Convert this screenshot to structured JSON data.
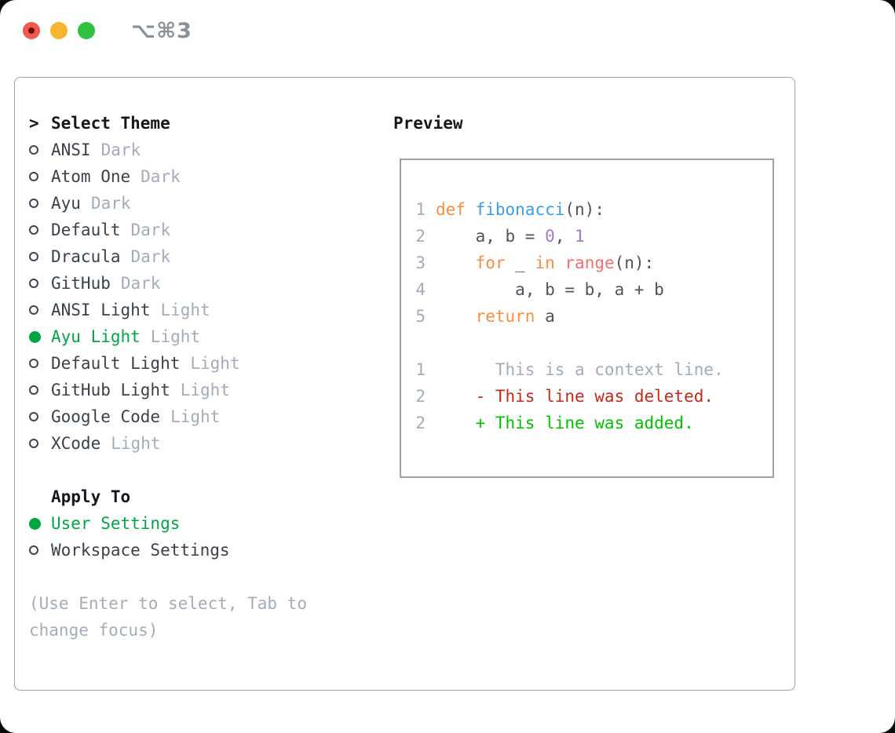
{
  "window": {
    "shortcut": "⌥⌘3"
  },
  "colors": {
    "accent_green": "#00a544",
    "muted": "#a3acb9",
    "syntax_keyword": "#fa8d3e",
    "syntax_function": "#399ee6",
    "syntax_number": "#a37acc",
    "syntax_builtin": "#f07171",
    "diff_red": "#c8281c",
    "diff_green": "#00c200"
  },
  "theme_list": {
    "prompt": ">",
    "header": "Select Theme",
    "items": [
      {
        "name": "ANSI",
        "variant": "Dark",
        "selected": false
      },
      {
        "name": "Atom One",
        "variant": "Dark",
        "selected": false
      },
      {
        "name": "Ayu",
        "variant": "Dark",
        "selected": false
      },
      {
        "name": "Default",
        "variant": "Dark",
        "selected": false
      },
      {
        "name": "Dracula",
        "variant": "Dark",
        "selected": false
      },
      {
        "name": "GitHub",
        "variant": "Dark",
        "selected": false
      },
      {
        "name": "ANSI Light",
        "variant": "Light",
        "selected": false
      },
      {
        "name": "Ayu Light",
        "variant": "Light",
        "selected": true
      },
      {
        "name": "Default Light",
        "variant": "Light",
        "selected": false
      },
      {
        "name": "GitHub Light",
        "variant": "Light",
        "selected": false
      },
      {
        "name": "Google Code",
        "variant": "Light",
        "selected": false
      },
      {
        "name": "XCode",
        "variant": "Light",
        "selected": false
      }
    ]
  },
  "apply_to": {
    "header": "Apply To",
    "items": [
      {
        "label": "User Settings",
        "selected": true
      },
      {
        "label": "Workspace Settings",
        "selected": false
      }
    ]
  },
  "footer_hint": {
    "line1": "(Use Enter to select, Tab to",
    "line2": "change focus)"
  },
  "preview": {
    "header": "Preview",
    "code_lines": [
      {
        "num": "1",
        "tokens": [
          {
            "t": "def",
            "c": "keyword"
          },
          {
            "t": " "
          },
          {
            "t": "fibonacci",
            "c": "function"
          },
          {
            "t": "(n):"
          }
        ]
      },
      {
        "num": "2",
        "tokens": [
          {
            "t": "    a, b = "
          },
          {
            "t": "0",
            "c": "number"
          },
          {
            "t": ", "
          },
          {
            "t": "1",
            "c": "number"
          }
        ]
      },
      {
        "num": "3",
        "tokens": [
          {
            "t": "    "
          },
          {
            "t": "for",
            "c": "keyword"
          },
          {
            "t": " _ "
          },
          {
            "t": "in",
            "c": "keyword"
          },
          {
            "t": " "
          },
          {
            "t": "range",
            "c": "builtin"
          },
          {
            "t": "(n):"
          }
        ]
      },
      {
        "num": "4",
        "tokens": [
          {
            "t": "        a, b = b, a + b"
          }
        ]
      },
      {
        "num": "5",
        "tokens": [
          {
            "t": "    "
          },
          {
            "t": "return",
            "c": "keyword"
          },
          {
            "t": " a"
          }
        ]
      },
      {
        "num": "",
        "tokens": []
      },
      {
        "num": "1",
        "tokens": [
          {
            "t": "      This is a context line.",
            "c": "context"
          }
        ]
      },
      {
        "num": "2",
        "tokens": [
          {
            "t": "    - This line was deleted.",
            "c": "deleted"
          }
        ]
      },
      {
        "num": "2",
        "tokens": [
          {
            "t": "    + This line was added.",
            "c": "added"
          }
        ]
      }
    ]
  }
}
